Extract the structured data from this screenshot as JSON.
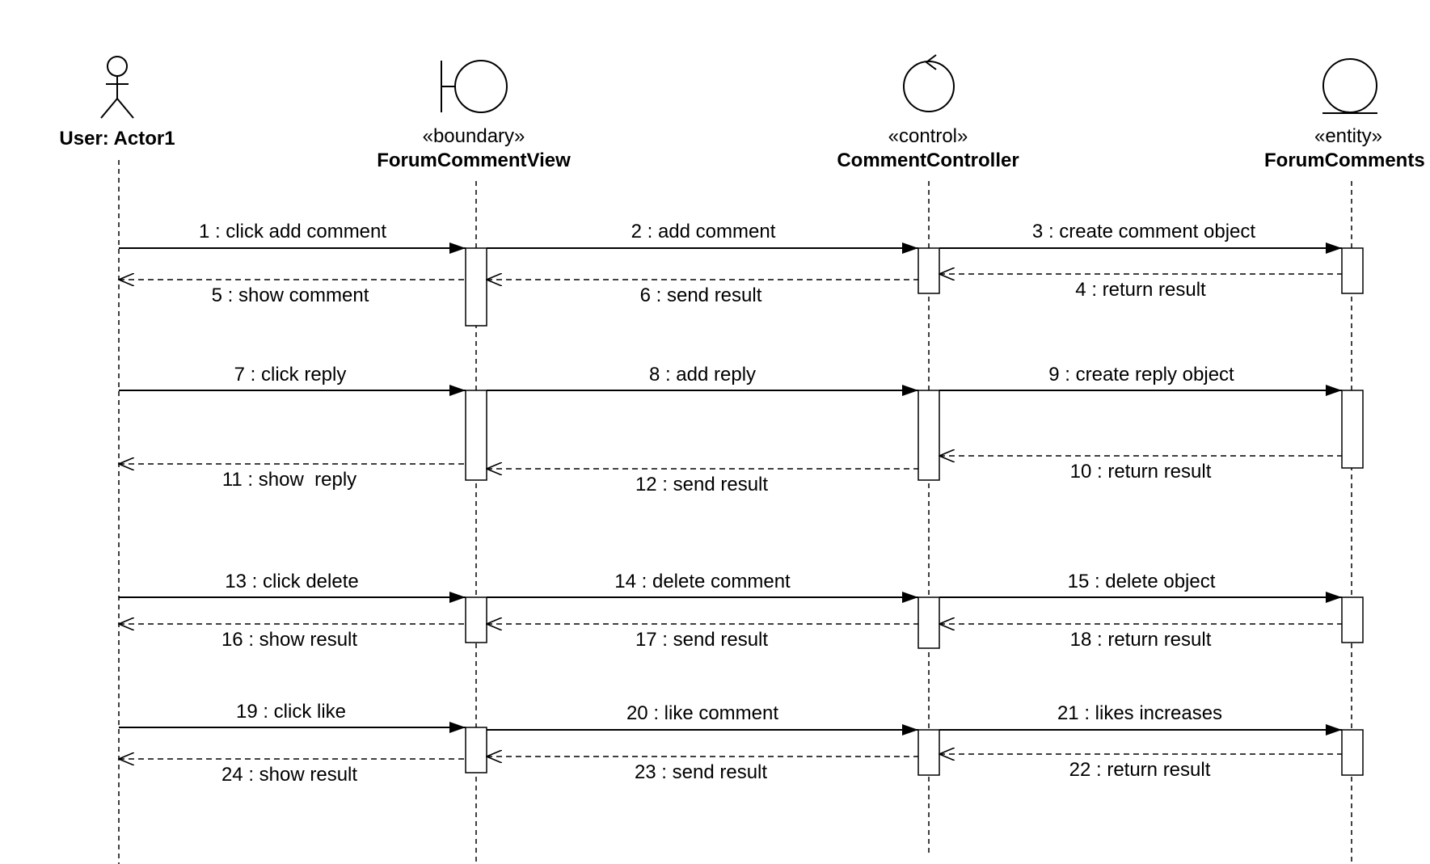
{
  "participants": [
    {
      "id": "actor",
      "kind": "actor",
      "stereotype": "",
      "name": "User: Actor1"
    },
    {
      "id": "view",
      "kind": "boundary",
      "stereotype": "«boundary»",
      "name": "ForumCommentView"
    },
    {
      "id": "ctrl",
      "kind": "control",
      "stereotype": "«control»",
      "name": "CommentController"
    },
    {
      "id": "ent",
      "kind": "entity",
      "stereotype": "«entity»",
      "name": "ForumComments"
    }
  ],
  "messages": [
    {
      "label": "1 : click add comment",
      "from": "actor",
      "to": "view",
      "kind": "sync"
    },
    {
      "label": "2 : add comment",
      "from": "view",
      "to": "ctrl",
      "kind": "sync"
    },
    {
      "label": "3 : create comment object",
      "from": "ctrl",
      "to": "ent",
      "kind": "sync"
    },
    {
      "label": "4 : return result",
      "from": "ent",
      "to": "ctrl",
      "kind": "return"
    },
    {
      "label": "5 : show comment",
      "from": "view",
      "to": "actor",
      "kind": "return"
    },
    {
      "label": "6 : send result",
      "from": "ctrl",
      "to": "view",
      "kind": "return"
    },
    {
      "label": "7 : click reply",
      "from": "actor",
      "to": "view",
      "kind": "sync"
    },
    {
      "label": "8 : add reply",
      "from": "view",
      "to": "ctrl",
      "kind": "sync"
    },
    {
      "label": "9 : create reply object",
      "from": "ctrl",
      "to": "ent",
      "kind": "sync"
    },
    {
      "label": "10 : return result",
      "from": "ent",
      "to": "ctrl",
      "kind": "return"
    },
    {
      "label": "11 : show  reply",
      "from": "view",
      "to": "actor",
      "kind": "return"
    },
    {
      "label": "12 : send result",
      "from": "ctrl",
      "to": "view",
      "kind": "return"
    },
    {
      "label": "13 : click delete",
      "from": "actor",
      "to": "view",
      "kind": "sync"
    },
    {
      "label": "14 : delete comment",
      "from": "view",
      "to": "ctrl",
      "kind": "sync"
    },
    {
      "label": "15 : delete object",
      "from": "ctrl",
      "to": "ent",
      "kind": "sync"
    },
    {
      "label": "16 : show result",
      "from": "view",
      "to": "actor",
      "kind": "return"
    },
    {
      "label": "17 : send result",
      "from": "ctrl",
      "to": "view",
      "kind": "return"
    },
    {
      "label": "18 : return result",
      "from": "ent",
      "to": "ctrl",
      "kind": "return"
    },
    {
      "label": "19 : click like",
      "from": "actor",
      "to": "view",
      "kind": "sync"
    },
    {
      "label": "20 : like comment",
      "from": "view",
      "to": "ctrl",
      "kind": "sync"
    },
    {
      "label": "21 : likes increases",
      "from": "ctrl",
      "to": "ent",
      "kind": "sync"
    },
    {
      "label": "22 : return result",
      "from": "ent",
      "to": "ctrl",
      "kind": "return"
    },
    {
      "label": "23 : send result",
      "from": "ctrl",
      "to": "view",
      "kind": "return"
    },
    {
      "label": "24 : show result",
      "from": "view",
      "to": "actor",
      "kind": "return"
    }
  ]
}
